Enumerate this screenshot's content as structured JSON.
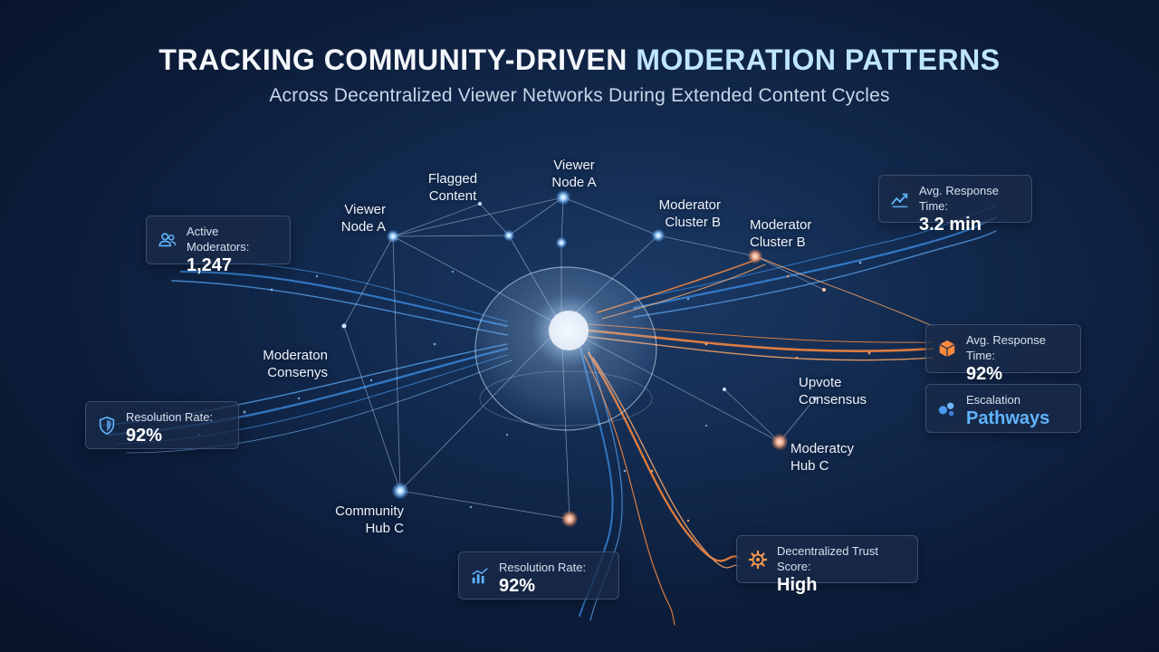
{
  "header": {
    "title_main": "TRACKING COMMUNITY-DRIVEN ",
    "title_accent": "MODERATION PATTERNS",
    "subtitle": "Across Decentralized Viewer Networks During Extended Content Cycles"
  },
  "nodes": {
    "flagged_content": [
      "Flagged",
      "Content"
    ],
    "viewer_node_a_top": [
      "Viewer",
      "Node A"
    ],
    "viewer_node_a_left": [
      "Viewer",
      "Node A"
    ],
    "moderator_cluster_b_1": [
      "Moderator",
      "Cluster B"
    ],
    "moderator_cluster_b_2": [
      "Moderator",
      "Cluster B"
    ],
    "moderation_consensus": [
      "Moderaton",
      "Consenys"
    ],
    "upvote_consensus": [
      "Upvote",
      "Consensus"
    ],
    "moderacy_hub_c": [
      "Moderatcy",
      "Hub C"
    ],
    "community_hub_c": [
      "Community",
      "Hub C"
    ]
  },
  "cards": {
    "active_moderators": {
      "label": "Active Moderators:",
      "value": "1,247",
      "icon": "users-icon"
    },
    "avg_response_time_1": {
      "label": "Avg. Response Time:",
      "value": "3.2 min",
      "icon": "trend-chart-icon"
    },
    "avg_response_time_2": {
      "label": "Avg. Response Time:",
      "value": "92%",
      "icon": "cube-icon"
    },
    "escalation": {
      "label": "Escalation",
      "value": "Pathways",
      "icon": "bubbles-icon"
    },
    "resolution_rate_left": {
      "label": "Resolution Rate:",
      "value": "92%",
      "icon": "shield-icon"
    },
    "resolution_rate_bottom": {
      "label": "Resolution Rate:",
      "value": "92%",
      "icon": "bar-chart-icon"
    },
    "trust_score": {
      "label": "Decentralized Trust Score:",
      "value": "High",
      "icon": "gear-icon"
    }
  },
  "colors": {
    "blue_stream": "#3d8fe6",
    "orange_stream": "#ff8a3d",
    "accent_blue": "#5fb4ff",
    "orange_icon": "#ff9a50"
  }
}
